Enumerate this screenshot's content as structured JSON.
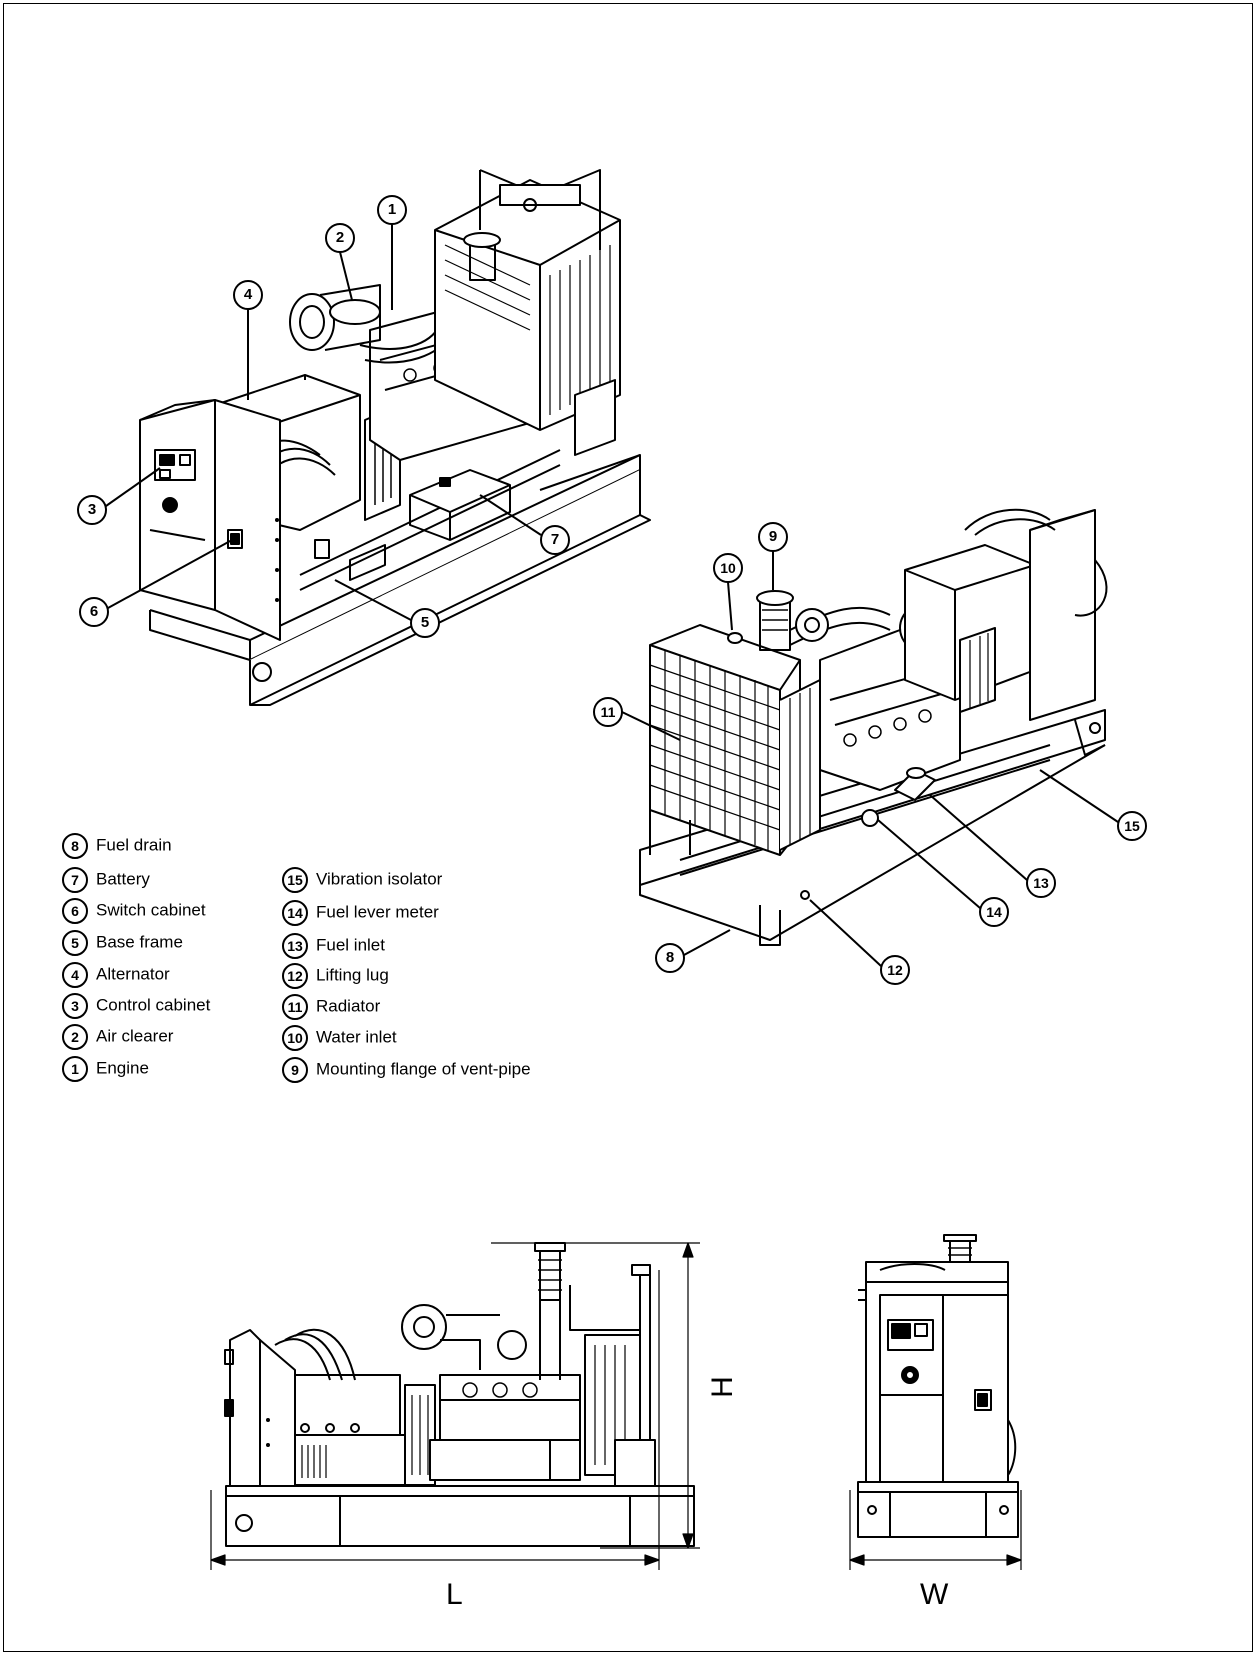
{
  "callouts": [
    {
      "num": "1",
      "label": "Engine"
    },
    {
      "num": "2",
      "label": "Air clearer"
    },
    {
      "num": "3",
      "label": "Control cabinet"
    },
    {
      "num": "4",
      "label": "Alternator"
    },
    {
      "num": "5",
      "label": "Base frame"
    },
    {
      "num": "6",
      "label": "Switch cabinet"
    },
    {
      "num": "7",
      "label": "Battery"
    },
    {
      "num": "8",
      "label": "Fuel drain"
    },
    {
      "num": "9",
      "label": "Mounting flange of vent-pipe"
    },
    {
      "num": "10",
      "label": "Water inlet"
    },
    {
      "num": "11",
      "label": "Radiator"
    },
    {
      "num": "12",
      "label": "Lifting lug"
    },
    {
      "num": "13",
      "label": "Fuel inlet"
    },
    {
      "num": "14",
      "label": "Fuel lever meter"
    },
    {
      "num": "15",
      "label": "Vibration isolator"
    }
  ],
  "legend_left": [
    {
      "num": "8",
      "label": "Fuel drain"
    },
    {
      "num": "7",
      "label": "Battery"
    },
    {
      "num": "6",
      "label": "Switch cabinet"
    },
    {
      "num": "5",
      "label": "Base frame"
    },
    {
      "num": "4",
      "label": "Alternator"
    },
    {
      "num": "3",
      "label": "Control cabinet"
    },
    {
      "num": "2",
      "label": "Air clearer"
    },
    {
      "num": "1",
      "label": "Engine"
    }
  ],
  "legend_right": [
    {
      "num": "15",
      "label": "Vibration isolator"
    },
    {
      "num": "14",
      "label": "Fuel lever meter"
    },
    {
      "num": "13",
      "label": "Fuel inlet"
    },
    {
      "num": "12",
      "label": "Lifting lug"
    },
    {
      "num": "11",
      "label": "Radiator"
    },
    {
      "num": "10",
      "label": "Water inlet"
    },
    {
      "num": "9",
      "label": "Mounting flange of vent-pipe"
    }
  ],
  "dimensions": {
    "length": "L",
    "height": "H",
    "width": "W"
  }
}
